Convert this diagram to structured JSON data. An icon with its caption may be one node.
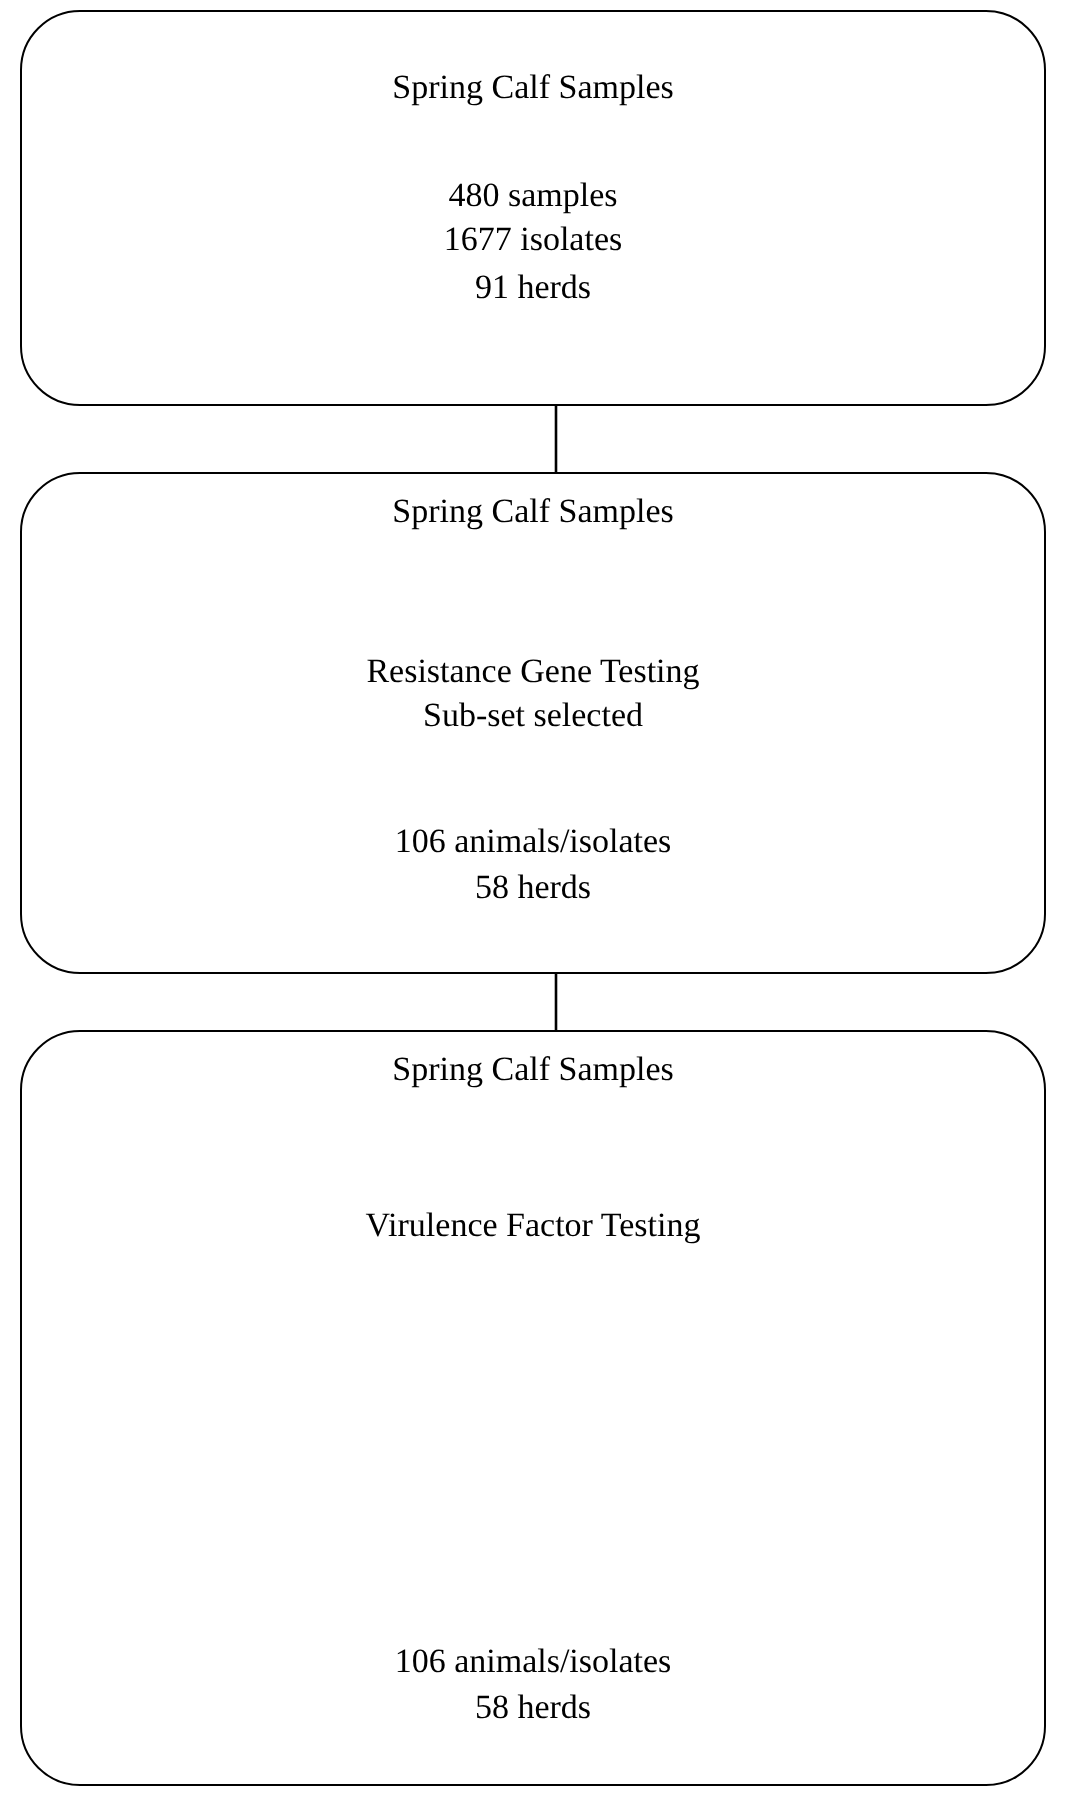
{
  "diagram": {
    "nodes": [
      {
        "text": [
          "Spring Calf Samples",
          "480 samples",
          "1677 isolates",
          "91 herds"
        ]
      },
      {
        "text": [
          "Spring Calf Samples",
          "Resistance Gene Testing",
          "Sub-set selected",
          "106 animals/isolates",
          "58 herds"
        ]
      },
      {
        "text": [
          "Spring Calf Samples",
          "Virulence Factor Testing",
          "106 animals/isolates",
          "58 herds"
        ]
      }
    ],
    "edges": [
      {
        "from": 0,
        "to": 1,
        "arrow": "none"
      },
      {
        "from": 1,
        "to": 2,
        "arrow": "none"
      }
    ]
  }
}
